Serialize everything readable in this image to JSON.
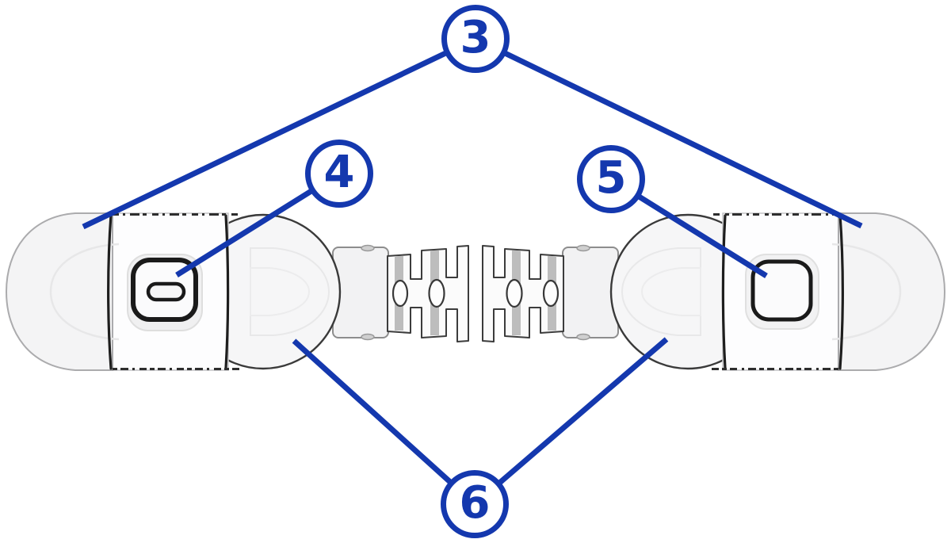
{
  "diagram": {
    "callouts": [
      {
        "number": "3"
      },
      {
        "number": "4"
      },
      {
        "number": "5"
      },
      {
        "number": "6"
      }
    ],
    "colors": {
      "accent": "#1438ae",
      "device_outline": "#3a3a3a",
      "device_body": "#fdfdfe",
      "device_shade": "#f4f4f5"
    }
  }
}
